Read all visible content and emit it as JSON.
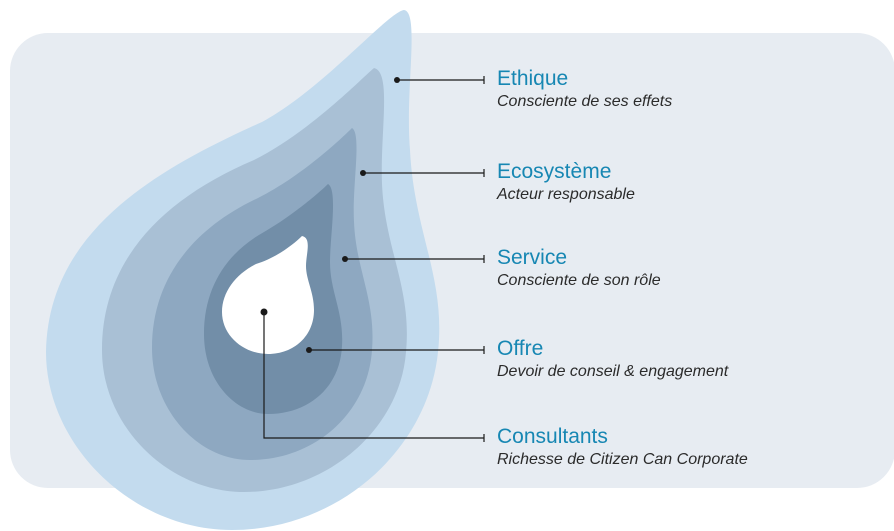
{
  "colors": {
    "panel": "#e7ecf2",
    "layer_ethique": "#c3dbee",
    "layer_ecosysteme": "#a9c0d5",
    "layer_service": "#8ea8c1",
    "layer_offre": "#728ea8",
    "core": "#ffffff",
    "title_text": "#1787b3",
    "connector": "#1a1a1a"
  },
  "levels": [
    {
      "title": "Ethique",
      "subtitle": "Consciente de ses effets"
    },
    {
      "title": "Ecosystème",
      "subtitle": "Acteur responsable"
    },
    {
      "title": "Service",
      "subtitle": "Consciente de son rôle"
    },
    {
      "title": "Offre",
      "subtitle": "Devoir de conseil & engagement"
    },
    {
      "title": "Consultants",
      "subtitle": "Richesse de Citizen Can Corporate"
    }
  ]
}
